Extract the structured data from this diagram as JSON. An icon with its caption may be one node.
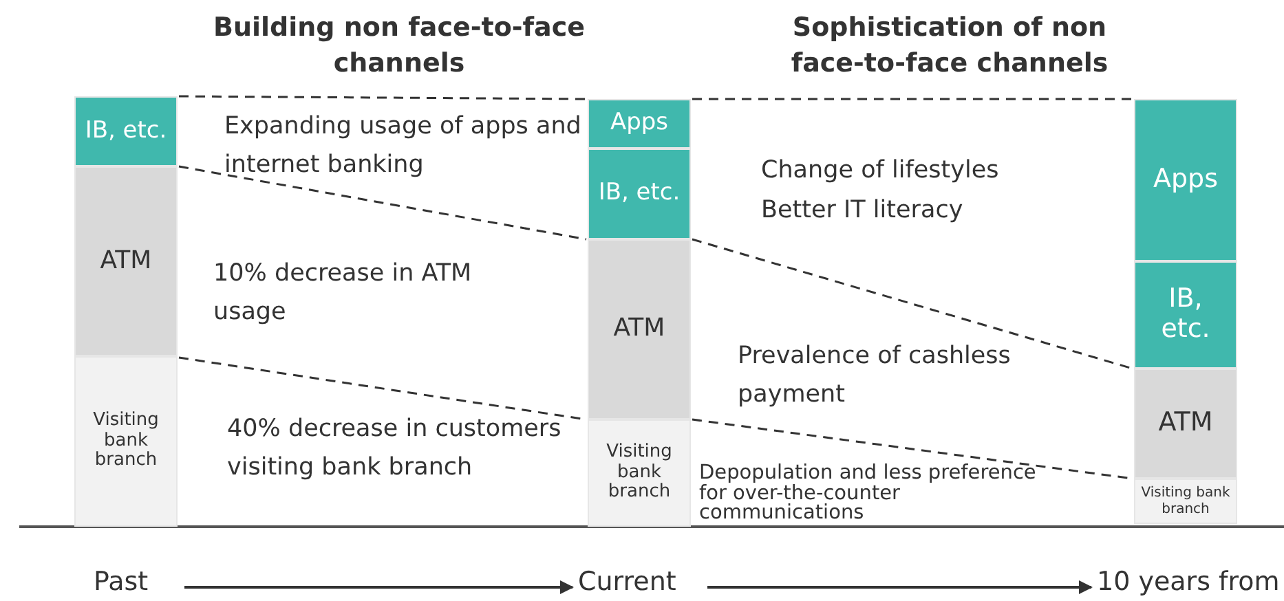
{
  "diagram": {
    "nodes": [
      {
        "text": [
          "IB, etc."
        ]
      },
      {
        "text": [
          "ATM"
        ]
      },
      {
        "text": [
          "Visiting bank branch"
        ]
      },
      {
        "text": [
          "Apps"
        ]
      },
      {
        "text": [
          "IB, etc."
        ]
      },
      {
        "text": [
          "ATM"
        ]
      },
      {
        "text": [
          "Visiting bank branch"
        ]
      },
      {
        "text": [
          "Apps"
        ]
      },
      {
        "text": [
          "IB, etc."
        ]
      },
      {
        "text": [
          "ATM"
        ]
      },
      {
        "text": [
          "Visiting bank branch"
        ]
      },
      {
        "text": [
          "Past"
        ]
      },
      {
        "text": [
          "Current"
        ]
      },
      {
        "text": [
          "10 years from"
        ]
      }
    ],
    "edges": [
      {
        "from": 11,
        "to": 12,
        "arrow": "to"
      },
      {
        "from": 12,
        "to": 13,
        "arrow": "to"
      },
      {
        "from": 0,
        "to": 3,
        "arrow": "none",
        "style": "dashed"
      },
      {
        "from": 0,
        "to": 4,
        "arrow": "none",
        "style": "dashed"
      },
      {
        "from": 2,
        "to": 6,
        "arrow": "none",
        "style": "dashed"
      },
      {
        "from": 3,
        "to": 7,
        "arrow": "none",
        "style": "dashed"
      },
      {
        "from": 4,
        "to": 8,
        "arrow": "none",
        "style": "dashed"
      },
      {
        "from": 6,
        "to": 10,
        "arrow": "none",
        "style": "dashed"
      }
    ],
    "labels": [
      "Building non face-to-face channels",
      "Sophistication of non face-to-face channels",
      "Expanding usage of apps and internet banking",
      "Change of lifestyles",
      "Better IT literacy",
      "10% decrease in ATM usage",
      "Prevalence of cashless payment",
      "40% decrease in customers visiting bank branch",
      "Depopulation and less preference for over-the-counter communications"
    ]
  }
}
